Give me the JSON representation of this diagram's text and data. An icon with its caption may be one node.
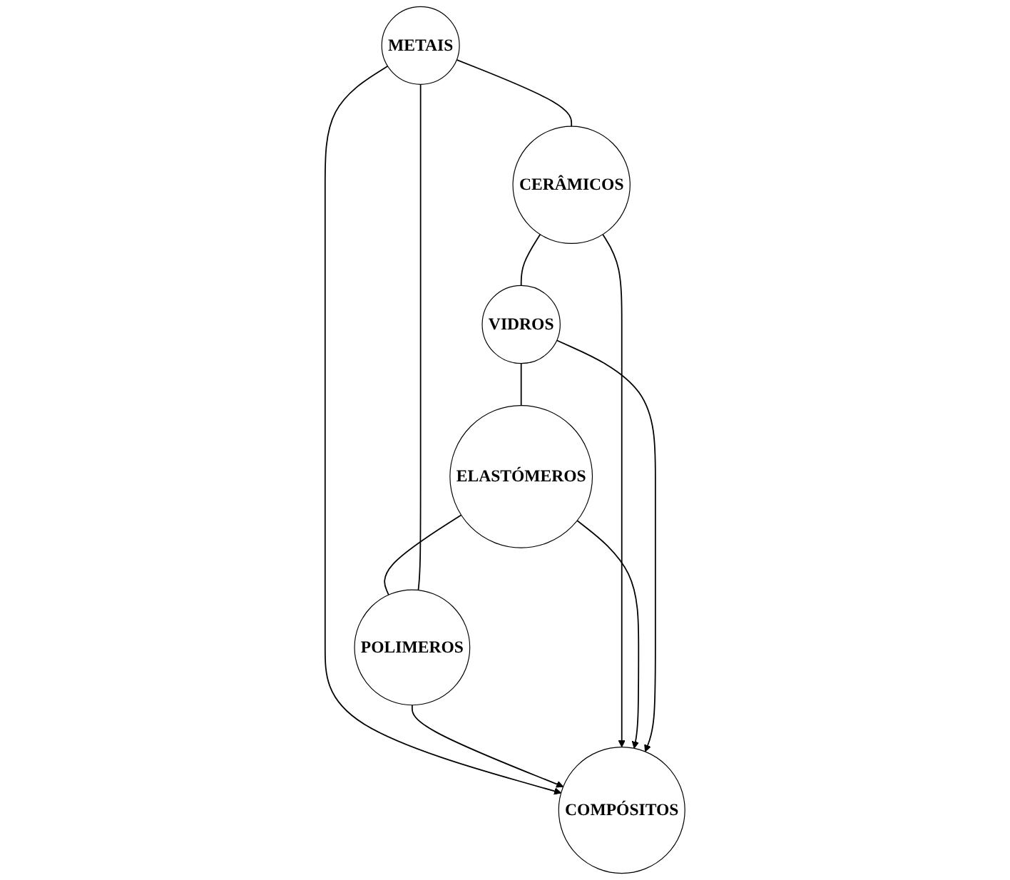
{
  "diagram": {
    "nodes": [
      {
        "text": [
          "METAIS"
        ]
      },
      {
        "text": [
          "POLIMEROS"
        ]
      },
      {
        "text": [
          "COMPÓSITOS"
        ]
      },
      {
        "text": [
          "CERÂMICOS"
        ]
      },
      {
        "text": [
          "ELASTÓMEROS"
        ]
      },
      {
        "text": [
          "VIDROS"
        ]
      }
    ],
    "edges": [
      {
        "from": 0,
        "to": 3,
        "arrow": "none"
      },
      {
        "from": 3,
        "to": 5,
        "arrow": "none"
      },
      {
        "from": 5,
        "to": 4,
        "arrow": "none"
      },
      {
        "from": 4,
        "to": 1,
        "arrow": "none"
      },
      {
        "from": 1,
        "to": 0,
        "arrow": "none"
      },
      {
        "from": 0,
        "to": 2,
        "arrow": "to"
      },
      {
        "from": 1,
        "to": 2,
        "arrow": "to"
      },
      {
        "from": 3,
        "to": 2,
        "arrow": "to"
      },
      {
        "from": 4,
        "to": 2,
        "arrow": "to"
      },
      {
        "from": 5,
        "to": 2,
        "arrow": "to"
      }
    ]
  }
}
